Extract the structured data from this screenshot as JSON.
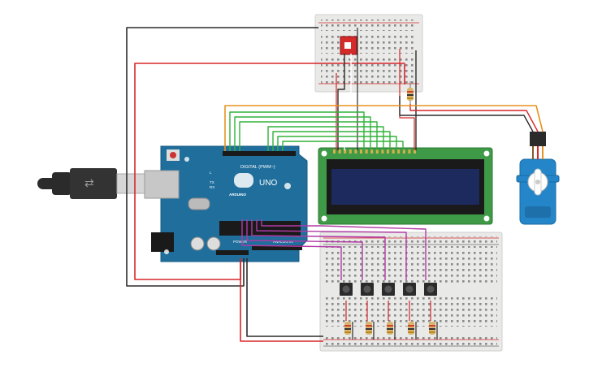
{
  "arduino": {
    "digital_label": "DIGITAL (PWM~)",
    "model": "UNO",
    "brand": "ARDUINO",
    "analog_label": "ANALOG IN",
    "power_label": "POWER",
    "tx_label": "TX",
    "rx_label": "RX",
    "l_label": "L"
  },
  "components": {
    "usb_cable": "usb-cable",
    "lcd_display": "16x2 LCD",
    "servo": "micro servo",
    "slide_switch": "slide switch",
    "push_buttons": 5,
    "resistors_bottom": 5
  },
  "colors": {
    "wire_black": "#2b2b2b",
    "wire_red": "#d7262a",
    "wire_green": "#30b23a",
    "wire_orange": "#e8921f",
    "wire_magenta": "#b23aa6",
    "arduino_board": "#1f6e9c",
    "lcd_board": "#3e9a46",
    "lcd_screen": "#1c2a5e",
    "servo_body": "#2486c9"
  }
}
